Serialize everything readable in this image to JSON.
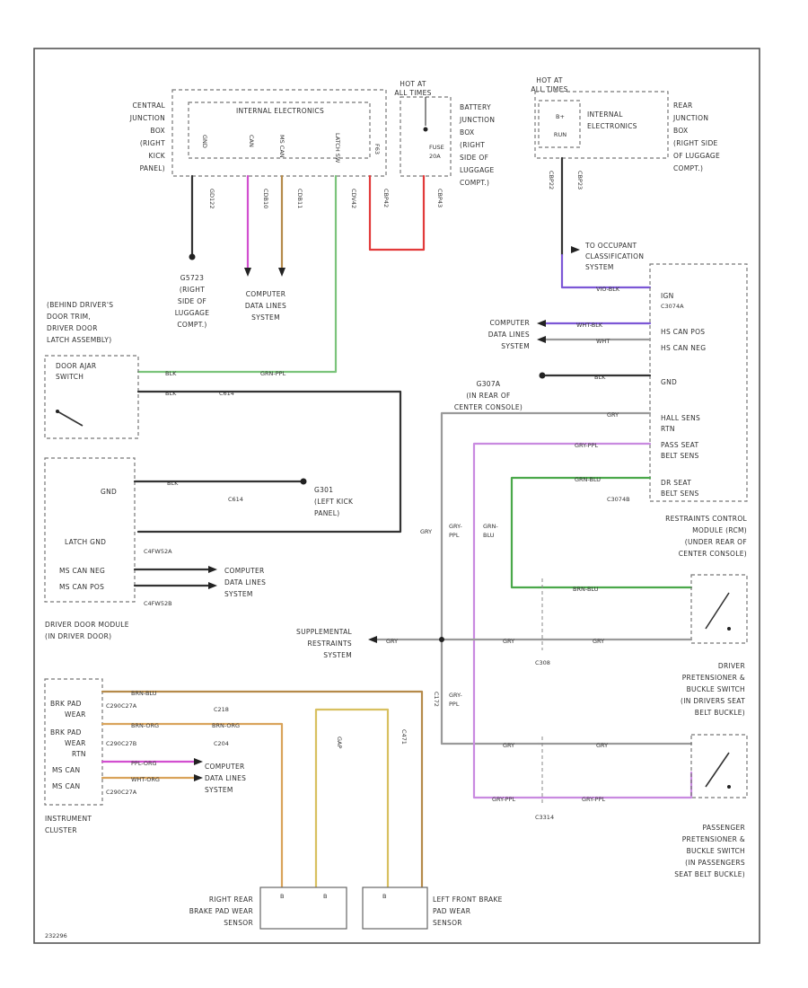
{
  "wire_colors": {
    "black": "#333333",
    "gray": "#9a9a9a",
    "green": "#4aa84a",
    "light_green": "#7bc47b",
    "violet": "#7c57d6",
    "pink": "#d24fd0",
    "red": "#e23a3a",
    "brown": "#b58a4a",
    "orange": "#d9a35a",
    "yellow": "#d8c060",
    "purple": "#b06ad0"
  },
  "labels": {
    "cjb": [
      "CENTRAL",
      "JUNCTION",
      "BOX",
      "(RIGHT",
      "KICK",
      "PANEL)"
    ],
    "int_elec": "INTERNAL ELECTRONICS",
    "hot_at_1": [
      "HOT AT",
      "ALL TIMES"
    ],
    "hot_at_2": [
      "HOT AT",
      "ALL TIMES"
    ],
    "bjb": [
      "BATTERY",
      "JUNCTION",
      "BOX",
      "(RIGHT",
      "SIDE OF",
      "LUGGAGE",
      "COMPT.)"
    ],
    "fuse": [
      "FUSE",
      "20A"
    ],
    "rjb": [
      "REAR",
      "JUNCTION",
      "BOX",
      "(RIGHT SIDE",
      "OF LUGGAGE",
      "COMPT.)"
    ],
    "rjb_int": [
      "INTERNAL",
      "ELECTRONICS"
    ],
    "rjb_b": [
      "B+",
      "RUN"
    ],
    "g_right": [
      "G5723",
      "(RIGHT",
      "SIDE OF",
      "LUGGAGE",
      "COMPT.)"
    ],
    "comp_data_1": [
      "COMPUTER",
      "DATA LINES",
      "SYSTEM"
    ],
    "behind_door": [
      "(BEHIND DRIVER'S",
      "DOOR TRIM,",
      "DRIVER DOOR",
      "LATCH ASSEMBLY)"
    ],
    "door_ajar": [
      "DOOR AJAR",
      "SWITCH"
    ],
    "c_door": "C614",
    "gnd": "GND",
    "c_gnd": "C614",
    "g_left_kick": [
      "G301",
      "(LEFT KICK",
      "PANEL)"
    ],
    "latch_gnd": "LATCH GND",
    "c_latch": "C4FW52A",
    "ms_can_neg": "MS CAN NEG",
    "ms_can_pos": "MS CAN POS",
    "c_ms": "C4FW52B",
    "comp_data_2": [
      "COMPUTER",
      "DATA LINES",
      "SYSTEM"
    ],
    "driver_door_module": [
      "DRIVER DOOR MODULE",
      "(IN DRIVER DOOR)"
    ],
    "occupant_class": [
      "TO OCCUPANT",
      "CLASSIFICATION",
      "SYSTEM"
    ],
    "c_rcm_a": "C3074A",
    "pin_ign": "IGN",
    "comp_data_3": [
      "COMPUTER",
      "DATA LINES",
      "SYSTEM"
    ],
    "hs_can_pos": "HS CAN POS",
    "hs_can_neg": "HS CAN NEG",
    "pin_gnd": "GND",
    "g_center": [
      "G307A",
      "(IN REAR OF",
      "CENTER CONSOLE)"
    ],
    "hall_sens": [
      "HALL SENS",
      "RTN"
    ],
    "pass_belt": [
      "PASS SEAT",
      "BELT SENS"
    ],
    "dr_belt": [
      "DR SEAT",
      "BELT SENS"
    ],
    "c_rcm_b": "C3074B",
    "rcm": [
      "RESTRAINTS CONTROL",
      "MODULE (RCM)",
      "(UNDER REAR OF",
      "CENTER CONSOLE)"
    ],
    "srs": [
      "SUPPLEMENTAL",
      "RESTRAINTS",
      "SYSTEM"
    ],
    "c_mid": "C308",
    "driver_pretensioner": [
      "DRIVER",
      "PRETENSIONER &",
      "BUCKLE SWITCH",
      "(IN DRIVERS SEAT",
      "BELT BUCKLE)"
    ],
    "brk_pad_wear": [
      "BRK PAD",
      "WEAR"
    ],
    "brk_pad_wear_rtn": [
      "BRK PAD",
      "WEAR",
      "RTN"
    ],
    "ms_can": [
      "MS CAN",
      "MS CAN"
    ],
    "c_ic_1": "C290C27A",
    "c_ic_2": "C290C27B",
    "c_ic_3": "C290C27A",
    "instrument_cluster": [
      "INSTRUMENT",
      "CLUSTER"
    ],
    "c_bw1": "C218",
    "c_bw2": "C204",
    "comp_data_4": [
      "COMPUTER",
      "DATA LINES",
      "SYSTEM"
    ],
    "c_wire_a": "C471",
    "c_wire_b": "C172",
    "passenger_pretensioner": [
      "PASSENGER",
      "PRETENSIONER &",
      "BUCKLE SWITCH",
      "(IN PASSENGERS",
      "SEAT BELT BUCKLE)"
    ],
    "c_lower": "C3314",
    "rr_brake": [
      "RIGHT REAR",
      "BRAKE PAD WEAR",
      "SENSOR"
    ],
    "lf_brake": [
      "LEFT FRONT BRAKE",
      "PAD WEAR",
      "SENSOR"
    ],
    "code": "232296"
  },
  "pin_labels": {
    "cjb_gnd": "GND",
    "cjb_can": "CAN",
    "cjb_ms": "MS CAN",
    "cjb_latch": "LATCH SW",
    "cjb_fuse": "F63"
  },
  "circuits": {
    "gnd_a": "GD122",
    "can_a": "CDB10",
    "can_b": "CDB11",
    "latch": "CDV42",
    "fuse_a": "CBP42",
    "fuse_b": "CBP43",
    "rjb_a": "CBP22",
    "rjb_b": "CBP23"
  },
  "wire_text": {
    "grn_ppl_1": "GRN-PPL",
    "blk_1": "BLK",
    "blk_2": "BLK",
    "blk_3": "BLK",
    "blk_4": "BLK",
    "wht_blk": "WHT-BLK",
    "vio_blk": "VIO-BLK",
    "wht": "WHT",
    "gry_1": "GRY",
    "gry_2": "GRY",
    "gry_ppl": "GRY-PPL",
    "grn_blu": "GRN-BLU",
    "gry_vert": "GRY",
    "gry_ppl_vert": [
      "GRY-",
      "PPL"
    ],
    "grn_blu_vert": [
      "GRN-",
      "BLU"
    ],
    "gry_3": "GRY",
    "gry_4": "GRY",
    "gry_5": "GRY",
    "gry_6": "GRY",
    "gry_ppl_vert2": [
      "GRY-",
      "PPL"
    ],
    "gry_7": "GRY",
    "gry_8": "GRY",
    "gry_ppl_2": "GRY-PPL",
    "gry_ppl_3": "GRY-PPL",
    "brn_blu": "BRN-BLU",
    "brn_blu_2": "BRN-BLU",
    "brn_org": "BRN-ORG",
    "brn_org_2": "BRN-ORG",
    "ppl_org": "PPL-ORG",
    "wht_org": "WHT-ORG",
    "gap": "GAP",
    "sensor_pin_1": "B",
    "sensor_pin_2": "B",
    "sensor_pin_3": "B"
  }
}
